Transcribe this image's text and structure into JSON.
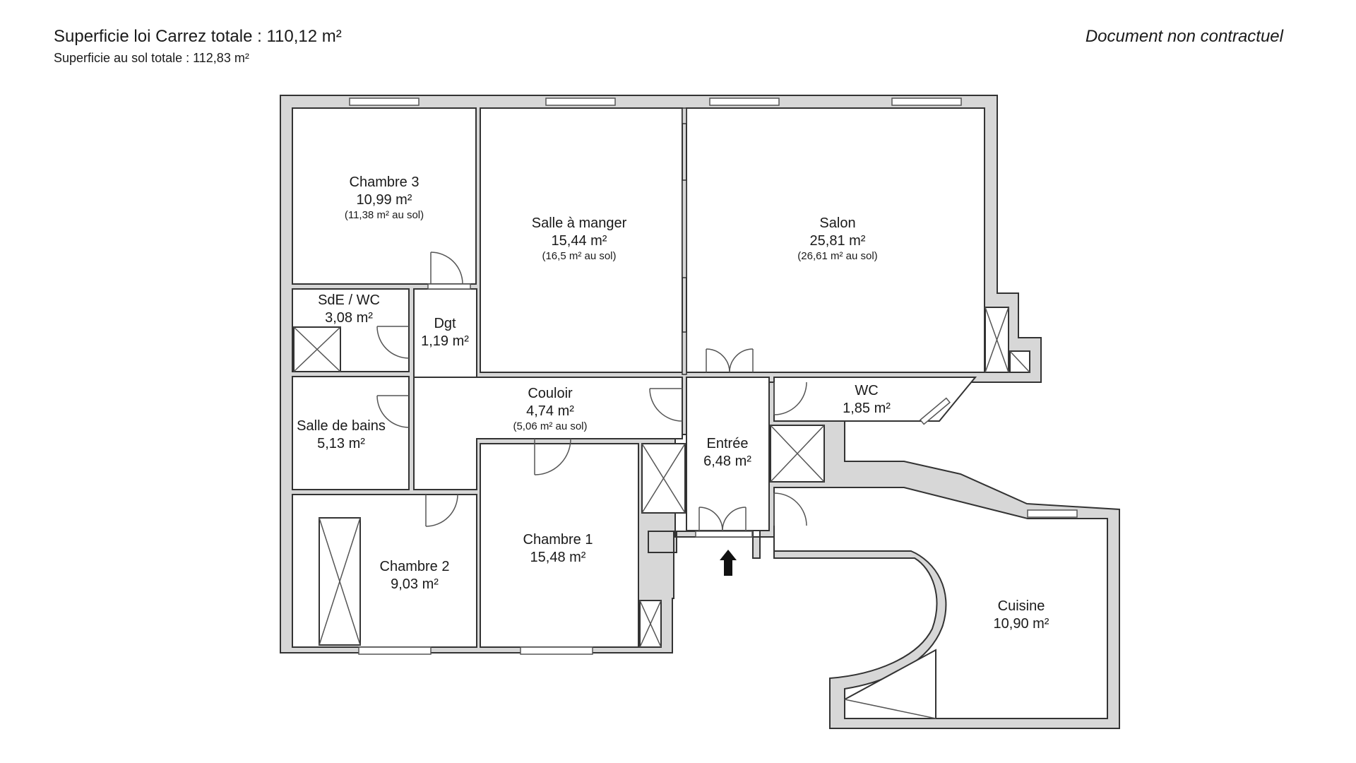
{
  "header": {
    "title": "Superficie loi Carrez totale : 110,12 m²",
    "subtitle": "Superficie au sol totale : 112,83 m²",
    "disclaimer": "Document non contractuel"
  },
  "rooms": {
    "chambre3": {
      "name": "Chambre 3",
      "area": "10,99 m²",
      "floor": "(11,38 m² au sol)"
    },
    "salle_a_manger": {
      "name": "Salle à manger",
      "area": "15,44 m²",
      "floor": "(16,5 m² au sol)"
    },
    "salon": {
      "name": "Salon",
      "area": "25,81 m²",
      "floor": "(26,61 m² au sol)"
    },
    "sde_wc": {
      "name": "SdE / WC",
      "area": "3,08 m²"
    },
    "dgt": {
      "name": "Dgt",
      "area": "1,19 m²"
    },
    "couloir": {
      "name": "Couloir",
      "area": "4,74 m²",
      "floor": "(5,06 m² au sol)"
    },
    "wc": {
      "name": "WC",
      "area": "1,85 m²"
    },
    "salle_de_bains": {
      "name": "Salle de bains",
      "area": "5,13 m²"
    },
    "entree": {
      "name": "Entrée",
      "area": "6,48 m²"
    },
    "chambre1": {
      "name": "Chambre 1",
      "area": "15,48 m²"
    },
    "chambre2": {
      "name": "Chambre 2",
      "area": "9,03 m²"
    },
    "cuisine": {
      "name": "Cuisine",
      "area": "10,90 m²"
    }
  },
  "colors": {
    "wall": "#d7d7d7",
    "line": "#333333",
    "room": "#ffffff"
  }
}
